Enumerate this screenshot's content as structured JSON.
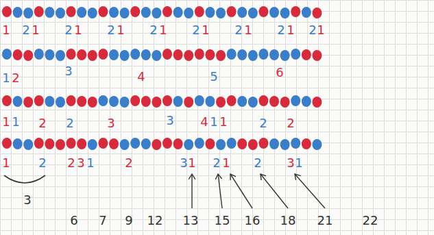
{
  "diagram": {
    "labels": [
      "1",
      "2",
      "1",
      "2",
      "1",
      "2",
      "1",
      "2",
      "1",
      "2",
      "1",
      "2",
      "1",
      "2",
      "1",
      "2",
      "1",
      "1",
      "2",
      "3",
      "4",
      "5",
      "6",
      "1",
      "1",
      "2",
      "2",
      "3",
      "3",
      "4",
      "1",
      "1",
      "2",
      "2",
      "1",
      "2",
      "2",
      "3",
      "1",
      "2",
      "3",
      "1",
      "2",
      "1",
      "2",
      "3",
      "1",
      "3",
      "6",
      "7",
      "9",
      "12",
      "13",
      "15",
      "16",
      "18",
      "21",
      "22"
    ]
  }
}
